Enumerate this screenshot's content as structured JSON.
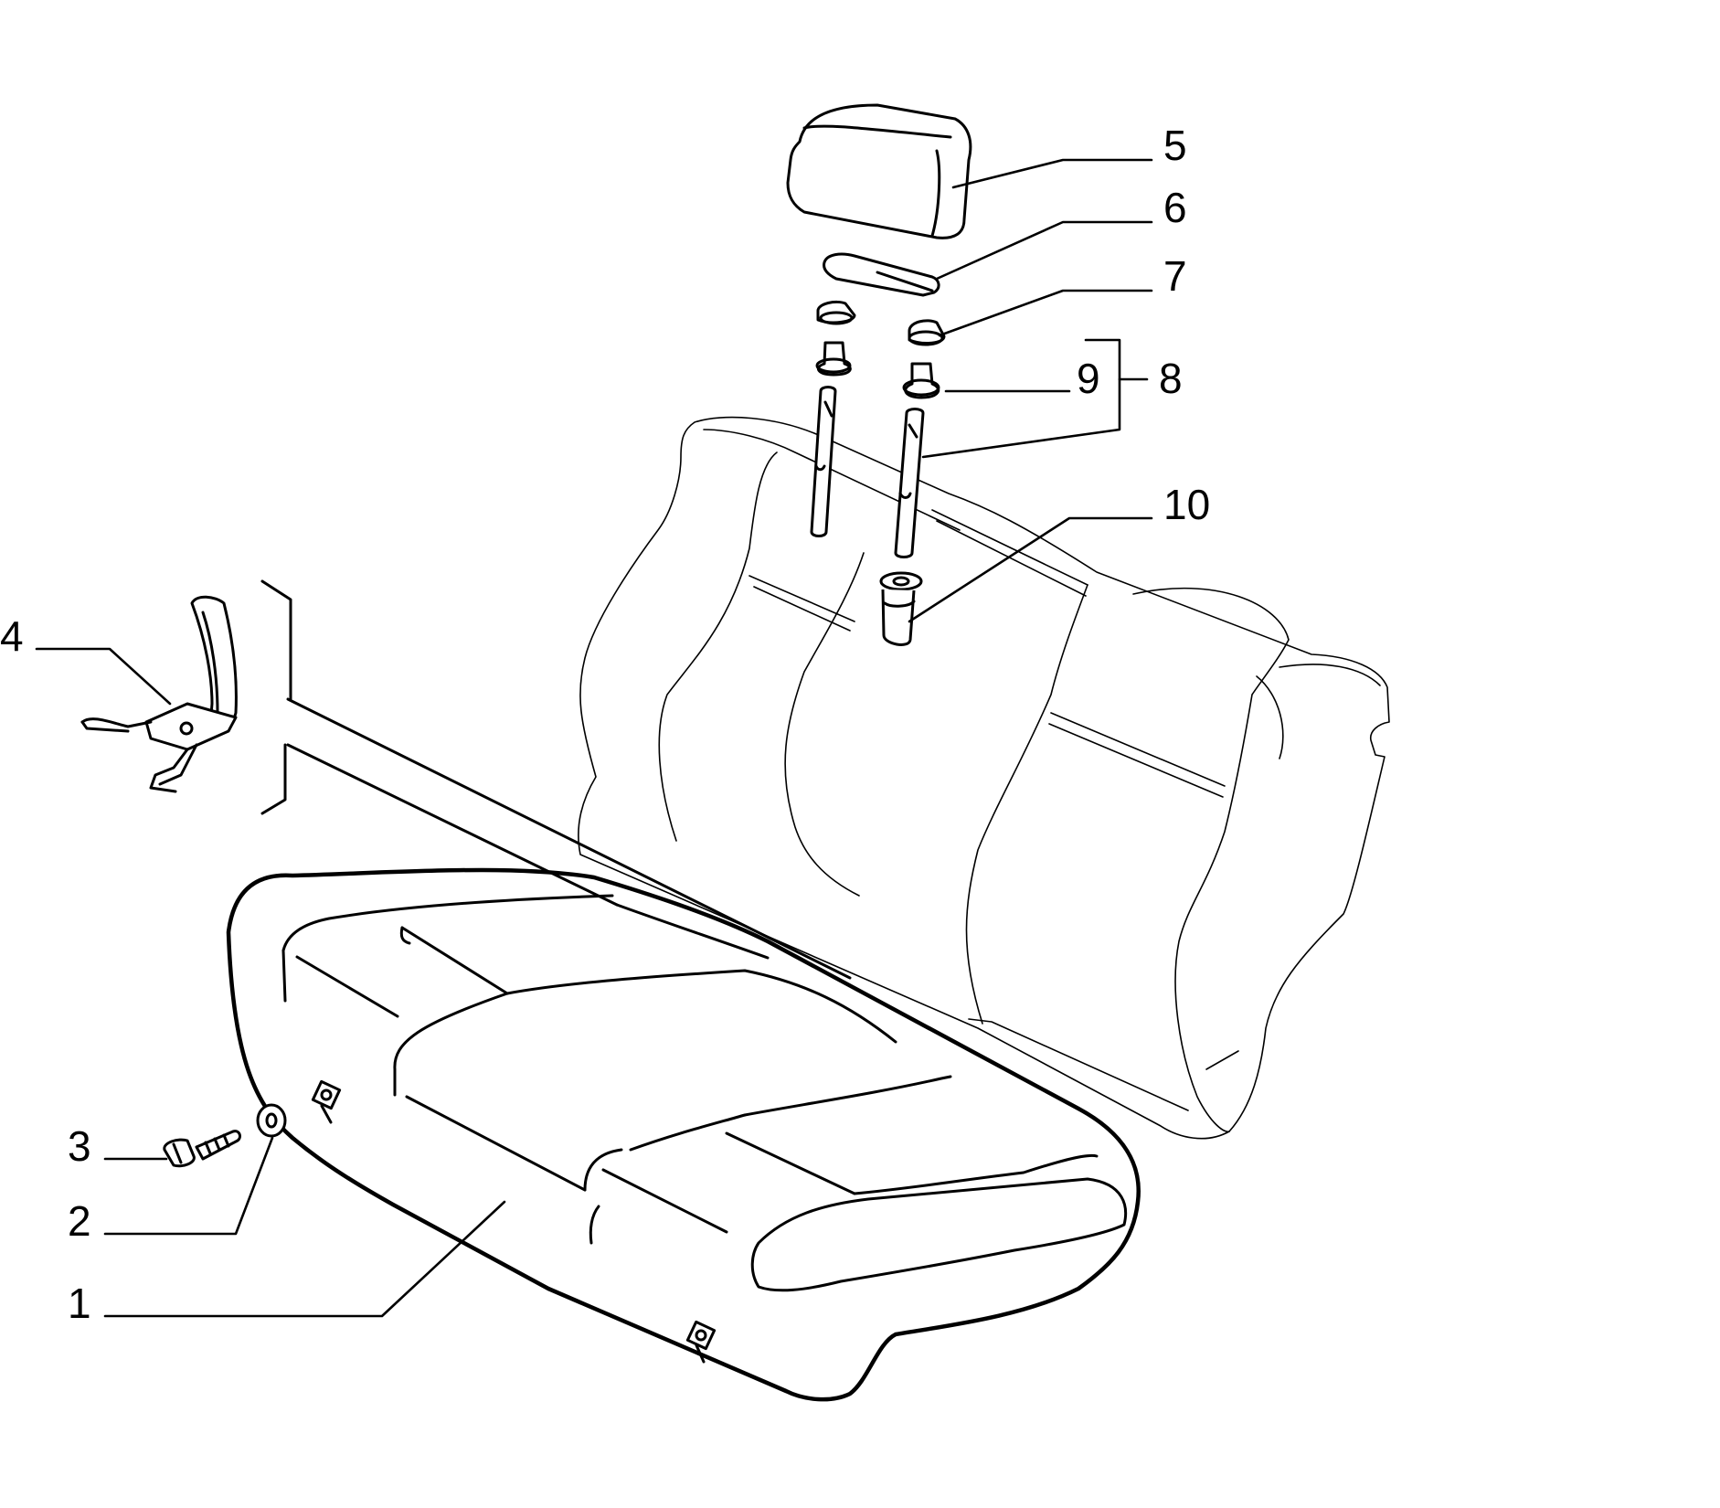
{
  "diagram": {
    "callouts": [
      {
        "number": "1",
        "part": "seat-cushion"
      },
      {
        "number": "2",
        "part": "washer"
      },
      {
        "number": "3",
        "part": "bolt"
      },
      {
        "number": "4",
        "part": "hinge-bracket"
      },
      {
        "number": "5",
        "part": "headrest"
      },
      {
        "number": "6",
        "part": "headrest-trim"
      },
      {
        "number": "7",
        "part": "guide-cap"
      },
      {
        "number": "8",
        "part": "headrest-rod-kit"
      },
      {
        "number": "9",
        "part": "guide-bushing"
      },
      {
        "number": "10",
        "part": "guide-sleeve"
      }
    ]
  }
}
